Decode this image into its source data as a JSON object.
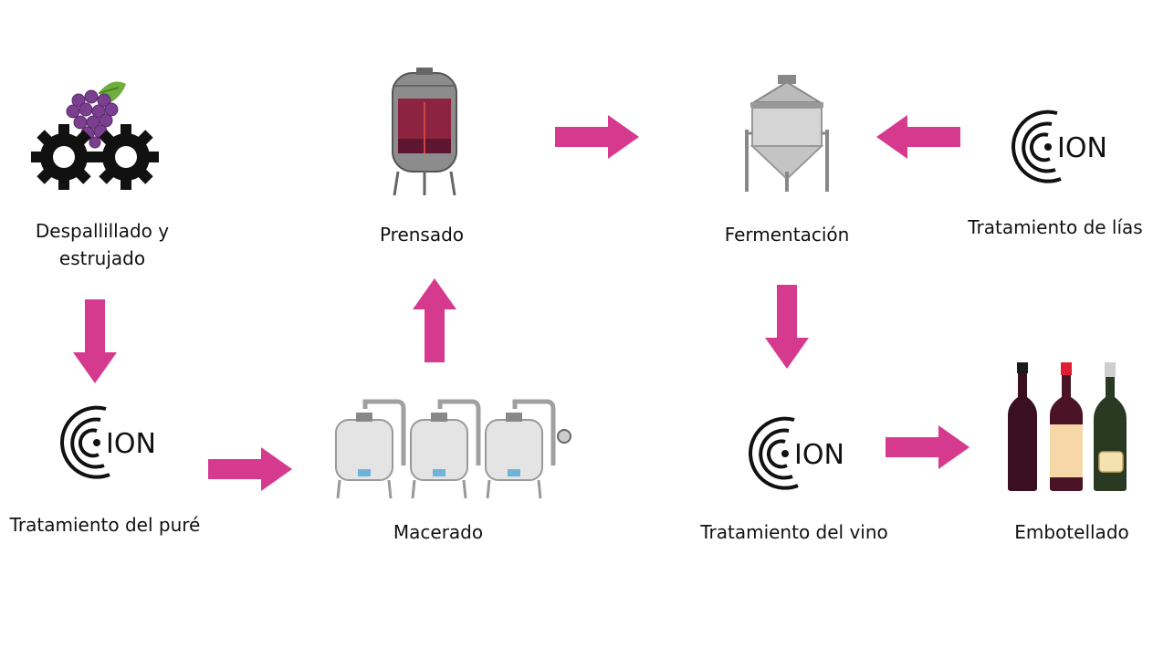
{
  "accent": "#d63a8f",
  "steps": {
    "despalillado": {
      "label_line1": "Despallillado y",
      "label_line2": "estrujado",
      "icon": "grapes-gears-icon"
    },
    "pure": {
      "label": "Tratamiento del puré",
      "icon": "ion-logo"
    },
    "macerado": {
      "label": "Macerado",
      "icon": "tanks-icon"
    },
    "prensado": {
      "label": "Prensado",
      "icon": "press-icon"
    },
    "fermentacion": {
      "label": "Fermentación",
      "icon": "fermenter-icon"
    },
    "lias": {
      "label": "Tratamiento de lías",
      "icon": "ion-logo"
    },
    "vino": {
      "label": "Tratamiento del vino",
      "icon": "ion-logo"
    },
    "embotellado": {
      "label": "Embotellado",
      "icon": "bottles-icon"
    }
  },
  "logo": {
    "text": "ION"
  }
}
